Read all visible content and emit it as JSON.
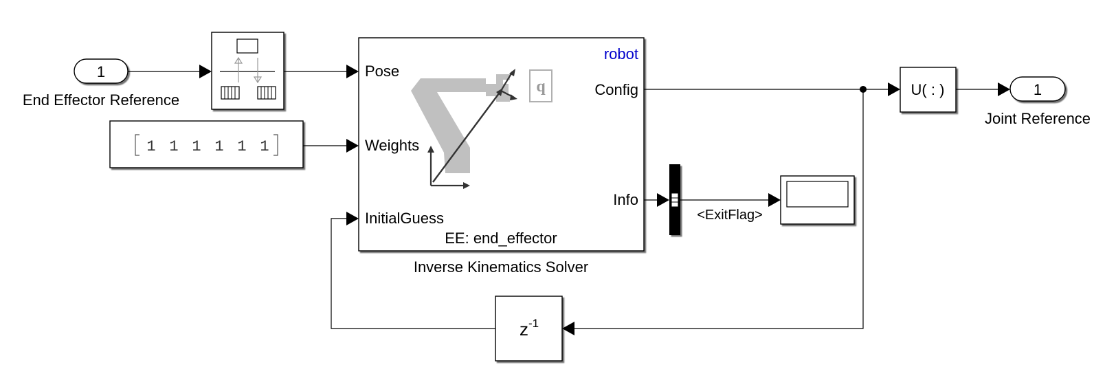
{
  "colors": {
    "line": "#000000",
    "block_fill": "#ffffff",
    "robot_label": "#0000cc",
    "robot_icon": "#c0c0c0",
    "bus_bar": "#000000"
  },
  "inport": {
    "number": "1",
    "label": "End Effector Reference"
  },
  "pose_block": {
    "icon": "bus-selector-icon"
  },
  "weights_block": {
    "value": "[1 1 1 1 1 1]",
    "entries": [
      "1",
      "1",
      "1",
      "1",
      "1",
      "1"
    ]
  },
  "ik_block": {
    "title": "Inverse Kinematics Solver",
    "robot_label": "robot",
    "ee_label": "EE: end_effector",
    "q_label": "q",
    "icon": "robot-arm-icon",
    "inputs": [
      "Pose",
      "Weights",
      "InitialGuess"
    ],
    "outputs": [
      "Config",
      "Info"
    ]
  },
  "bus_selector": {
    "signal_label": "<ExitFlag>"
  },
  "display_block": {
    "icon": "display-icon"
  },
  "reshape_block": {
    "label": "U( : )"
  },
  "delay_block": {
    "base": "z",
    "exponent": "-1"
  },
  "outport": {
    "number": "1",
    "label": "Joint Reference"
  }
}
